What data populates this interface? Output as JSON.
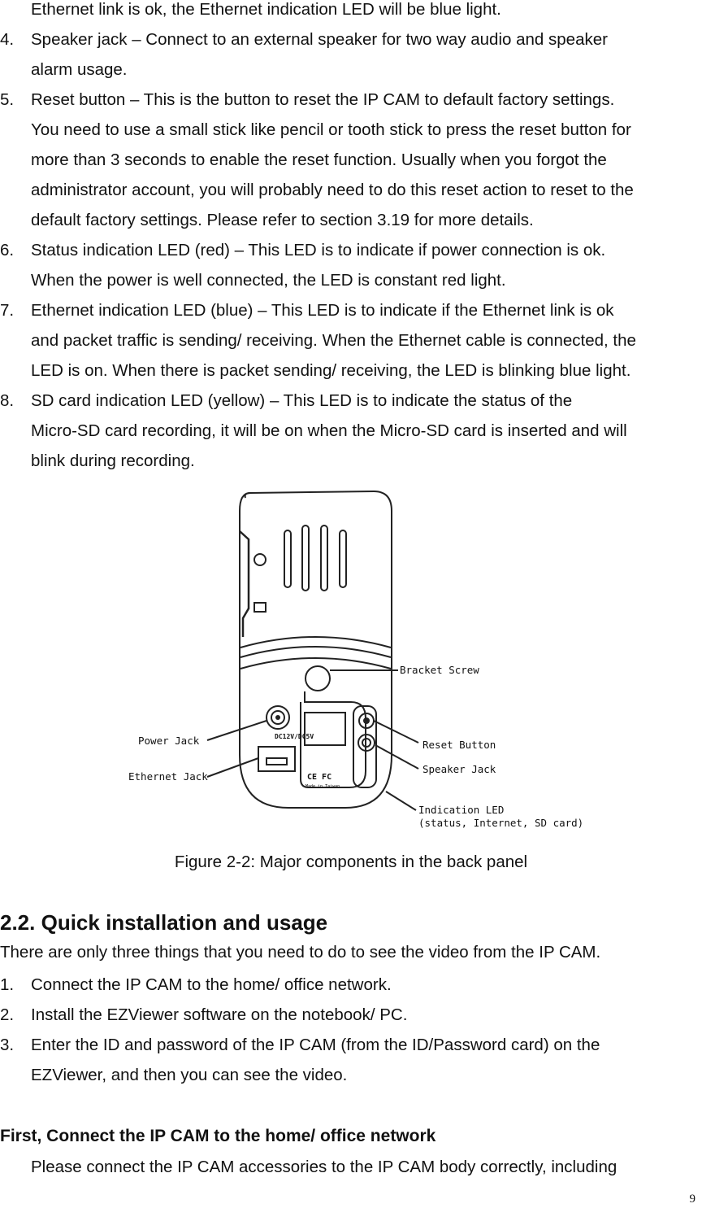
{
  "intro_line": "Ethernet link is ok, the Ethernet indication LED will be blue light.",
  "items_a": [
    {
      "num": "4.",
      "lines": [
        "Speaker jack – Connect to an external speaker for two way audio and speaker",
        "alarm usage."
      ]
    },
    {
      "num": "5.",
      "lines": [
        "Reset button – This is the button to reset the IP CAM to default factory settings.",
        "You need to use a small stick like pencil or tooth stick to press the reset button for",
        "more than 3 seconds to enable the reset function. Usually when you forgot the",
        "administrator account, you will probably need to do this reset action to reset to the",
        "default factory settings. Please refer to section 3.19 for more details."
      ]
    },
    {
      "num": "6.",
      "lines": [
        "Status indication LED (red) – This LED is to indicate if power connection is ok.",
        "When the power is well connected, the LED is constant red light."
      ]
    },
    {
      "num": "7.",
      "lines": [
        "Ethernet indication LED (blue) – This LED is to indicate if the Ethernet link is ok",
        "and packet traffic is sending/ receiving. When the Ethernet cable is connected, the",
        "LED is on. When there is packet sending/ receiving, the LED is blinking blue light."
      ]
    },
    {
      "num": "8.",
      "lines": [
        "SD card indication LED (yellow) – This LED is to indicate the status of the",
        "Micro-SD card recording, it will be on when the Micro-SD card is inserted and will",
        "blink during recording."
      ]
    }
  ],
  "figure": {
    "labels": {
      "bracket_screw": "Bracket  Screw",
      "power_jack": "Power  Jack",
      "ethernet_jack": "Ethernet  Jack",
      "reset_button": "Reset  Button",
      "speaker_jack": "Speaker  Jack",
      "indication_led": "Indication  LED",
      "indication_led_sub": "(status,  Internet,  SD  card)",
      "dc_label": "DC12V/DC5V",
      "ce_mark": "CE FC",
      "made_in": "Made in Taiwan"
    },
    "caption": "Figure 2-2: Major components in the back panel"
  },
  "section": {
    "heading": "2.2. Quick installation and usage",
    "intro": "There are only three things that you need to do to see the video from the IP CAM.",
    "steps": [
      {
        "num": "1.",
        "lines": [
          "Connect the IP CAM to the home/ office network."
        ]
      },
      {
        "num": "2.",
        "lines": [
          "Install the EZViewer software on the notebook/ PC."
        ]
      },
      {
        "num": "3.",
        "lines": [
          "Enter the ID and password of the IP CAM (from the ID/Password card) on the",
          "EZViewer, and then you can see the video."
        ]
      }
    ]
  },
  "subsection": {
    "heading": "First, Connect the IP CAM to the home/ office network",
    "text": "Please connect the IP CAM accessories to the IP CAM body correctly, including"
  },
  "page_number": "9"
}
